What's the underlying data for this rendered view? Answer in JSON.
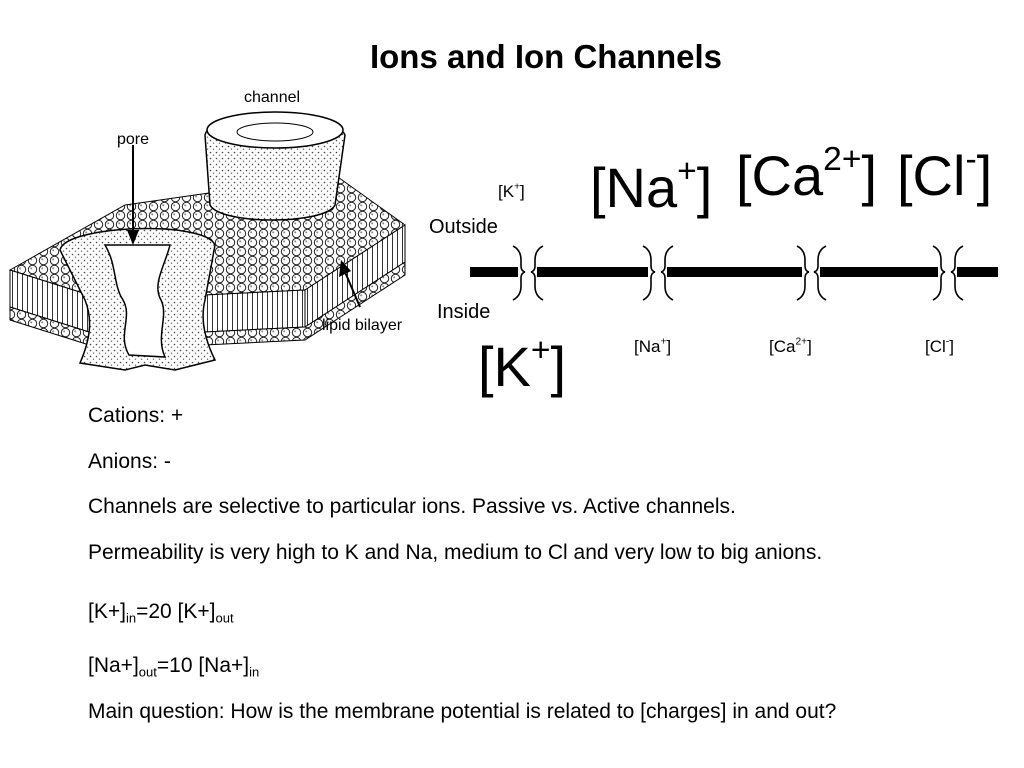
{
  "title": "Ions and Ion Channels",
  "illustration": {
    "channel_label": "channel",
    "pore_label": "pore",
    "bilayer_label": "lipid bilayer"
  },
  "membrane_diagram": {
    "outside_label": "Outside",
    "inside_label": "Inside",
    "outside_ions": {
      "k": {
        "base": "[K",
        "charge": "+",
        "close": "]"
      },
      "na": {
        "base": "[Na",
        "charge": "+",
        "close": "]"
      },
      "ca": {
        "base": "[Ca",
        "charge": "2+",
        "close": "]"
      },
      "cl": {
        "base": "[Cl",
        "charge": "-",
        "close": "]"
      }
    },
    "inside_ions": {
      "k": {
        "base": "[K",
        "charge": "+",
        "close": "]"
      },
      "na": {
        "base": "[Na",
        "charge": "+",
        "close": "]"
      },
      "ca": {
        "base": "[Ca",
        "charge": "2+",
        "close": "]"
      },
      "cl": {
        "base": "[Cl",
        "charge": "-",
        "close": "]"
      }
    }
  },
  "body": {
    "cations": "Cations: +",
    "anions": "Anions: -",
    "channels_line": "Channels are selective to particular ions. Passive vs. Active channels.",
    "permeability_line": "Permeability is very high to K and Na, medium to Cl and very low to big anions.",
    "k_ratio": {
      "lhs": "[K+]",
      "lhs_sub": "in",
      "mid": "=20 [K+]",
      "rhs_sub": "out"
    },
    "na_ratio": {
      "lhs": "[Na+]",
      "lhs_sub": "out",
      "mid": "=10 [Na+]",
      "rhs_sub": "in"
    },
    "question": "Main question: How is the membrane potential is related to [charges] in and out?"
  }
}
